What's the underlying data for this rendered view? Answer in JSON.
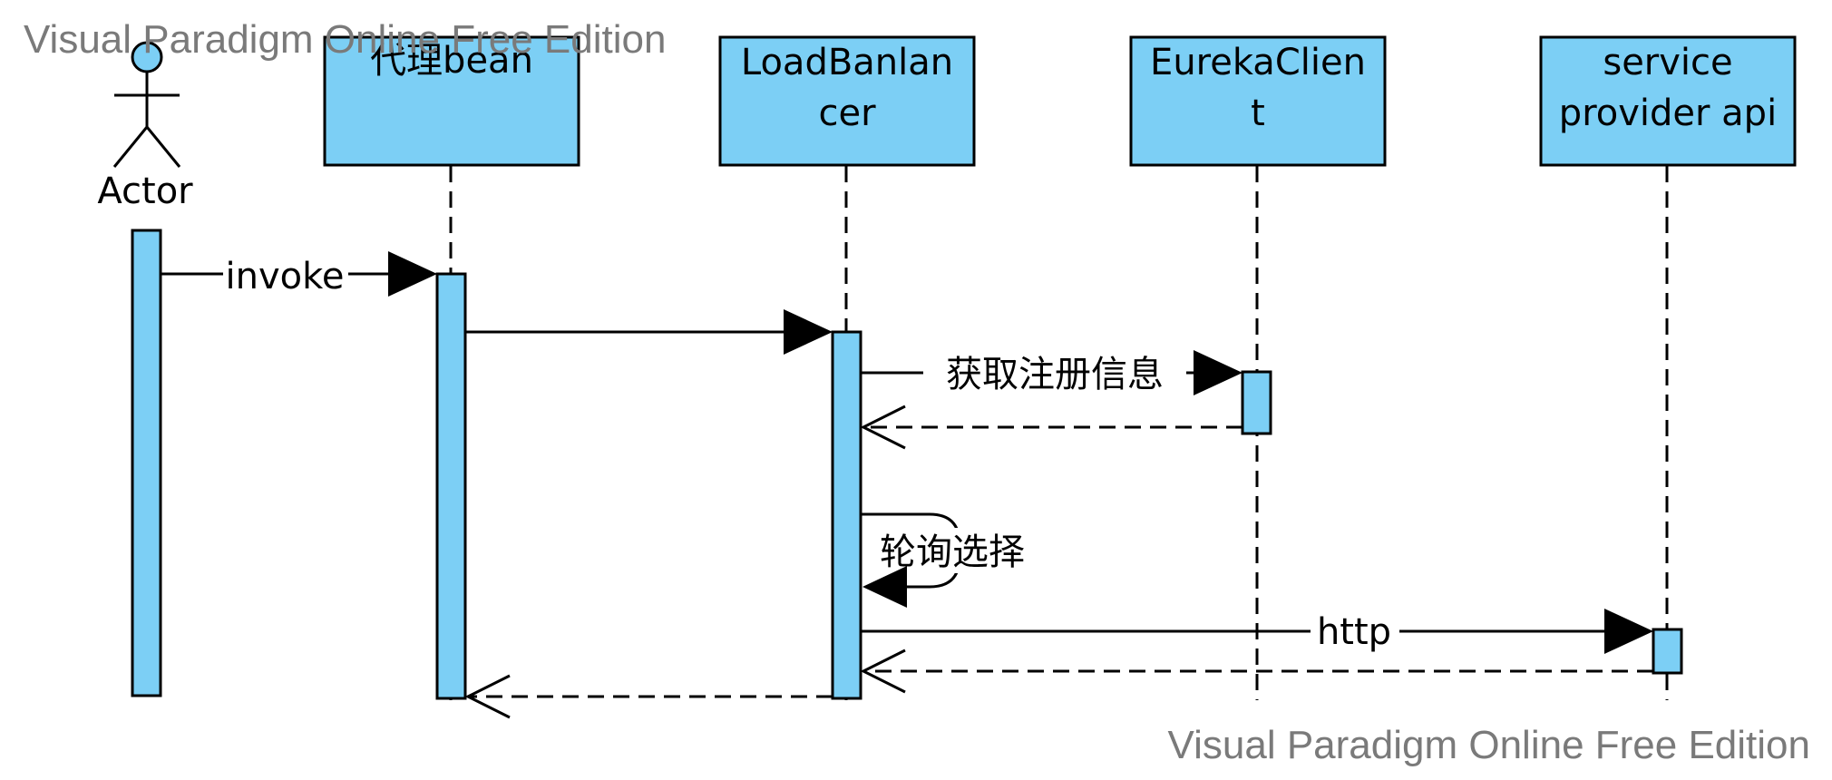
{
  "watermark": {
    "top": "Visual Paradigm Online Free Edition",
    "bottom": "Visual Paradigm Online Free Edition"
  },
  "colors": {
    "box_fill": "#7ccff5",
    "stroke": "#000000",
    "watermark": "#7a7a7a"
  },
  "actor": {
    "label": "Actor"
  },
  "lifelines": [
    {
      "line1": "代理bean",
      "line2": ""
    },
    {
      "line1": "LoadBanlan",
      "line2": "cer"
    },
    {
      "line1": "EurekaClien",
      "line2": "t"
    },
    {
      "line1": "service",
      "line2": "provider api"
    }
  ],
  "messages": {
    "m1": "invoke",
    "m2": "",
    "m3": "获取注册信息",
    "m4": "",
    "m5": "轮询选择",
    "m6": "http",
    "m7": "",
    "m8": ""
  }
}
